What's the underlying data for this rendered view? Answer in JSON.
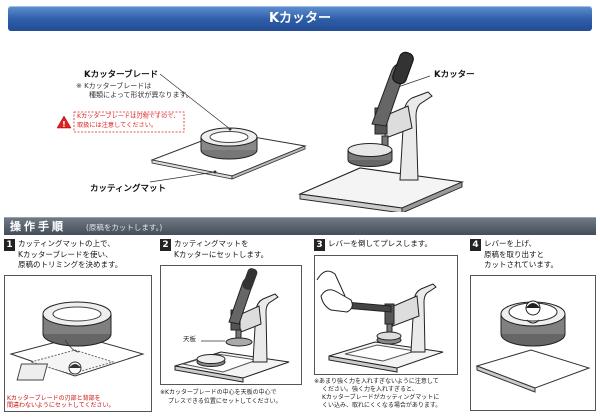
{
  "header": {
    "title": "Kカッター"
  },
  "hero": {
    "blade_label": "Kカッターブレード",
    "blade_note_1": "※ Kカッターブレードは",
    "blade_note_2": "種類によって形状が異なります。",
    "warn_1": "Kカッターブレードは刃物ですので、",
    "warn_2": "取扱には注意してください。",
    "cutter_label": "Kカッター",
    "mat_label": "カッティングマット"
  },
  "section": {
    "title": "操作手順",
    "subtitle": "(原稿をカットします。)"
  },
  "steps": [
    {
      "num": "1",
      "text": "カッティングマットの上で、\nKカッターブレードを使い、\n原稿のトリミングを決めます。",
      "note_1": "Kカッターブレードの刃部と背部を",
      "note_2": "間違わないようにセットしてください。"
    },
    {
      "num": "2",
      "text": "カッティングマットを\nKカッターにセットします。",
      "plate_label": "天板",
      "note_1": "※Kカッターブレードの中心を天板の中心で",
      "note_2": "プレスできる位置にセットしてください。"
    },
    {
      "num": "3",
      "text": "レバーを倒してプレスします。",
      "note_1": "※あまり強く力を入れすぎないように注意して",
      "note_2": "ください。強く力を入れすぎると、",
      "note_3": "Kカッターブレードがカッティングマットに",
      "note_4": "くい込み、取れにくくなる場合があります。"
    },
    {
      "num": "4",
      "text": "レバーを上げ、\n原稿を取り出すと\nカットされています。"
    }
  ],
  "colors": {
    "title_bar": "#2e5da8",
    "section_bar": "#4a535e",
    "warning": "#dd2222"
  }
}
